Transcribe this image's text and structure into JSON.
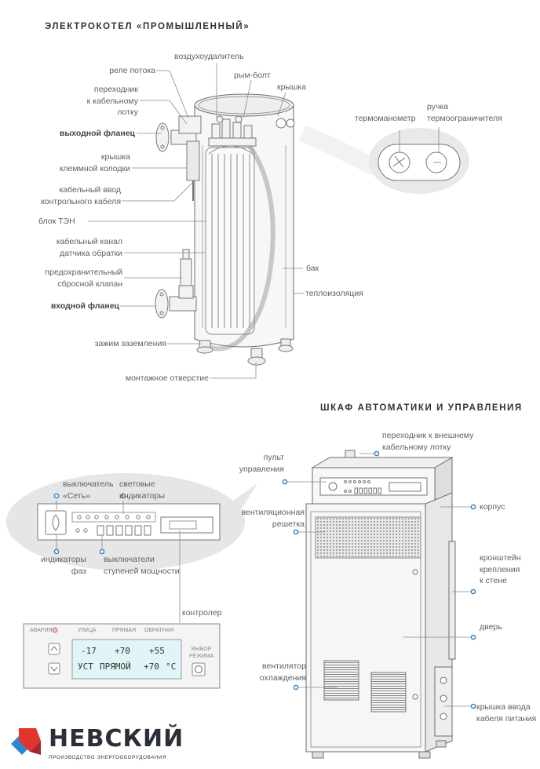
{
  "titles": {
    "boiler": "ЭЛЕКТРОКОТЕЛ «ПРОМЫШЛЕННЫЙ»",
    "cabinet": "ШКАФ АВТОМАТИКИ И УПРАВЛЕНИЯ"
  },
  "boiler_labels": {
    "air_vent": "воздухоудалитель",
    "flow_relay": "реле потока",
    "eye_bolt": "рым-болт",
    "lid": "крышка",
    "tray_adapter": [
      "переходник",
      "к кабельному",
      "лотку"
    ],
    "outlet_flange": "выходной фланец",
    "terminal_cover": [
      "крышка",
      "клеммной колодки"
    ],
    "cable_entry": [
      "кабельный ввод",
      "контрольного кабеля"
    ],
    "heater_block": "блок ТЭН",
    "return_sensor_channel": [
      "кабельный канал",
      "датчика обратки"
    ],
    "relief_valve": [
      "предохранительный",
      "сбросной клапан"
    ],
    "inlet_flange": "входной фланец",
    "tank": "бак",
    "insulation": "теплоизоляция",
    "ground_clamp": "зажим заземления",
    "mount_hole": "монтажное отверстие",
    "thermomanometer": "термоманометр",
    "limiter_knob": [
      "ручка",
      "термоограничителя"
    ]
  },
  "cabinet_labels": {
    "ext_tray_adapter": [
      "переходник к внешнему",
      "кабельному лотку"
    ],
    "control_panel": [
      "пульт",
      "управления"
    ],
    "housing": "корпус",
    "vent_grille": [
      "вентиляционная",
      "решетка"
    ],
    "wall_bracket": [
      "кронштейн",
      "крепления",
      "к стене"
    ],
    "door": "дверь",
    "cooling_fan": [
      "вентилятор",
      "охлаждения"
    ],
    "power_cable_cover": [
      "крышка ввода",
      "кабеля питания"
    ]
  },
  "panel_labels": {
    "main_switch": [
      "выключатель",
      "«Сеть»"
    ],
    "indicator_lights": [
      "световые",
      "индикаторы"
    ],
    "phase_indicators": [
      "индикаторы",
      "фаз"
    ],
    "stage_switches": [
      "выключатели",
      "ступеней мощности"
    ],
    "controller": "контролер"
  },
  "controller": {
    "alarm": "АВАРИЯ",
    "col_street": "УЛИЦА",
    "col_direct": "ПРЯМАЯ",
    "col_return": "ОБРАТНАЯ",
    "mode": [
      "ВЫБОР",
      "РЕЖИМА"
    ],
    "row1": [
      "-17",
      "+70",
      "+55"
    ],
    "row2": [
      "УСТ",
      "ПРЯМОЙ",
      "+70",
      "°C"
    ]
  },
  "logo": {
    "name": "НЕВСКИЙ",
    "tagline": "ПРОИЗВОДСТВО ЭНЕРГООБОРУДОВАНИЯ"
  },
  "colors": {
    "accent_blue": "#2f7fc1",
    "logo_red": "#e0342c",
    "logo_blue": "#2f86cf",
    "line_gray": "#8a8a8a"
  }
}
